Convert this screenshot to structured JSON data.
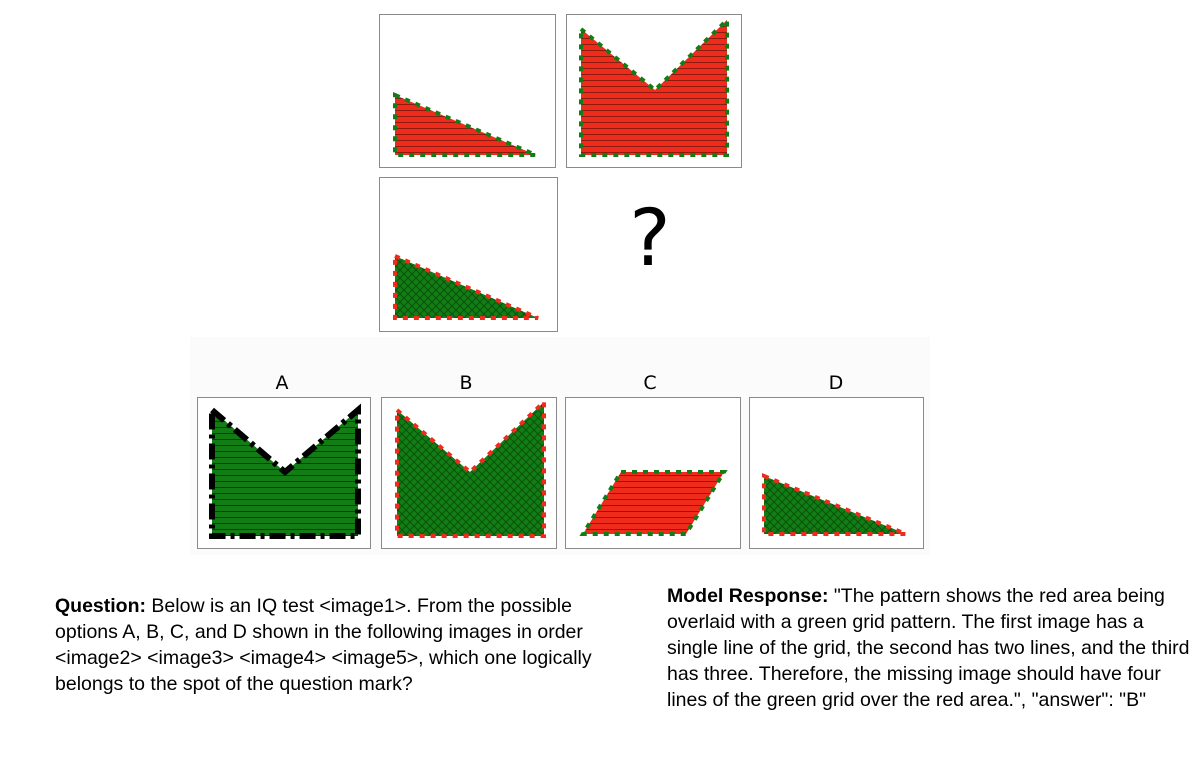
{
  "puzzle": {
    "question_mark": "?",
    "option_labels": [
      "A",
      "B",
      "C",
      "D"
    ]
  },
  "colors": {
    "red": "#ef2c1c",
    "green": "#117d14",
    "black": "#000000",
    "panel_border": "#8a8a8a"
  },
  "question": {
    "label": "Question:",
    "text": " Below is an IQ test <image1>. From the possible options A, B, C, and D shown in the following images in order <image2> <image3> <image4> <image5>, which one logically belongs to the spot of the question mark?"
  },
  "response": {
    "label": "Model Response:",
    "text": " \"The pattern shows the red area being overlaid with a green grid pattern. The first image has a single line of the grid, the second has two lines, and the third has three. Therefore, the missing image should have four lines of the green grid over the red area.\", \"answer\": \"B\""
  }
}
